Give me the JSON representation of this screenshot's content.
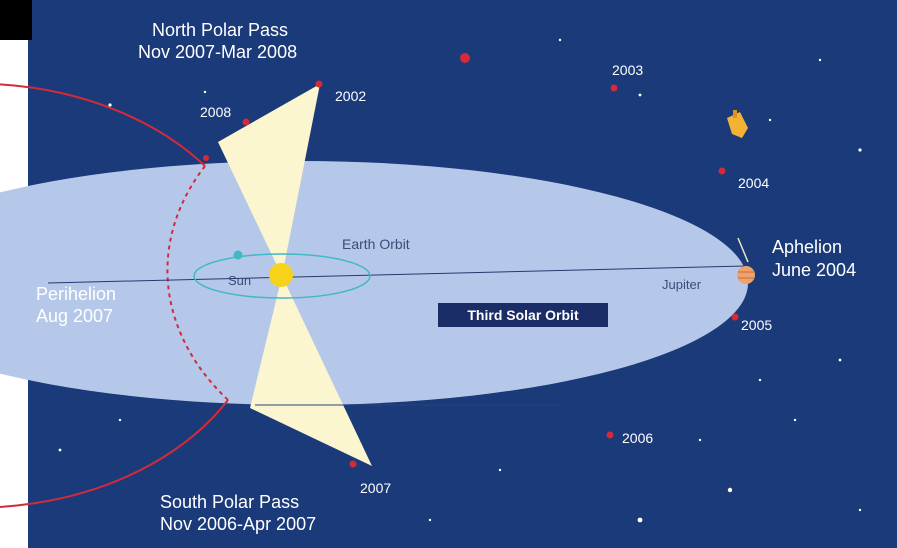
{
  "labels": {
    "north_pass_line1": "North Polar Pass",
    "north_pass_line2": "Nov 2007-Mar 2008",
    "south_pass_line1": "South Polar Pass",
    "south_pass_line2": "Nov 2006-Apr 2007",
    "aphelion_line1": "Aphelion",
    "aphelion_line2": "June 2004",
    "perihelion_line1": "Perihelion",
    "perihelion_line2": "Aug 2007",
    "earth_orbit": "Earth Orbit",
    "sun": "Sun",
    "jupiter": "Jupiter",
    "third_orbit": "Third Solar Orbit"
  },
  "years": {
    "y2002": "2002",
    "y2003": "2003",
    "y2004": "2004",
    "y2005": "2005",
    "y2006": "2006",
    "y2007": "2007",
    "y2008": "2008"
  },
  "colors": {
    "space": "#1b3a7a",
    "jupiter_orbit_fill": "#b6c8ea",
    "ulysses_orbit": "#d42a3a",
    "polar_pass_cone": "#fbf6cf",
    "earth_orbit": "#3fb9c4",
    "sun": "#f6d21a",
    "jupiter": "#f0a26a",
    "label_box": "#1a2d66"
  }
}
